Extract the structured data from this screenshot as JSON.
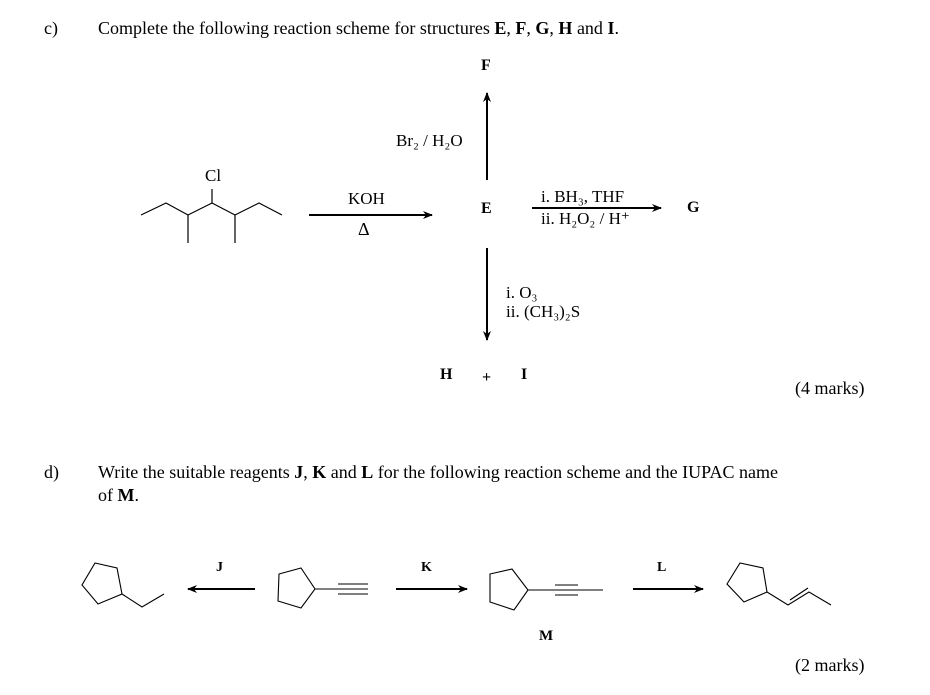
{
  "part_c": {
    "number": "c)",
    "question": [
      "Complete the following reaction scheme for structures ",
      "E",
      ", ",
      "F",
      ", ",
      "G",
      ", ",
      "H",
      " and ",
      "I",
      "."
    ],
    "marks": "(4 marks)",
    "start_substituent": "Cl",
    "reagent_koh": "KOH",
    "reagent_heat": "Δ",
    "reagent_br2": "Br₂ /  H₂O",
    "reagent_bh3": "i. BH₃, THF",
    "reagent_h2o2": "ii. H₂O₂ / H⁺",
    "reagent_o3": "i. O₃",
    "reagent_dms": "ii. (CH₃)₂S",
    "labels": {
      "E": "E",
      "F": "F",
      "G": "G",
      "H": "H",
      "plus": "+",
      "I": "I"
    }
  },
  "part_d": {
    "number": "d)",
    "question_line1": [
      "Write the suitable reagents ",
      "J",
      ", ",
      "K",
      " and ",
      "L",
      " for the following reaction scheme and the IUPAC name"
    ],
    "question_line2": [
      "of ",
      "M",
      "."
    ],
    "marks": "(2 marks)",
    "labels": {
      "J": "J",
      "K": "K",
      "L": "L",
      "M": "M"
    }
  }
}
